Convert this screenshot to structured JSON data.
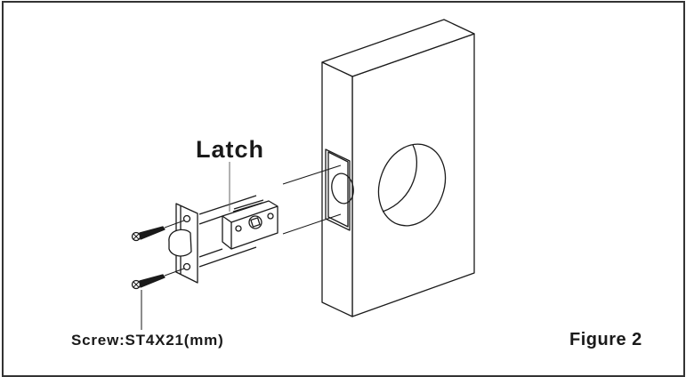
{
  "figure": {
    "caption": "Figure 2",
    "labels": {
      "latch": "Latch",
      "screw": "Screw:ST4X21(mm)"
    },
    "parts": [
      {
        "name": "latch",
        "description": "Door latch assembly with faceplate and bolt"
      },
      {
        "name": "screws",
        "count": 2,
        "spec": "ST4X21(mm)"
      },
      {
        "name": "door-edge-block",
        "description": "Door section with bore hole and latch mortise"
      }
    ],
    "colors": {
      "line": "#1a1a1a",
      "frame": "#333333",
      "background": "#ffffff"
    }
  }
}
